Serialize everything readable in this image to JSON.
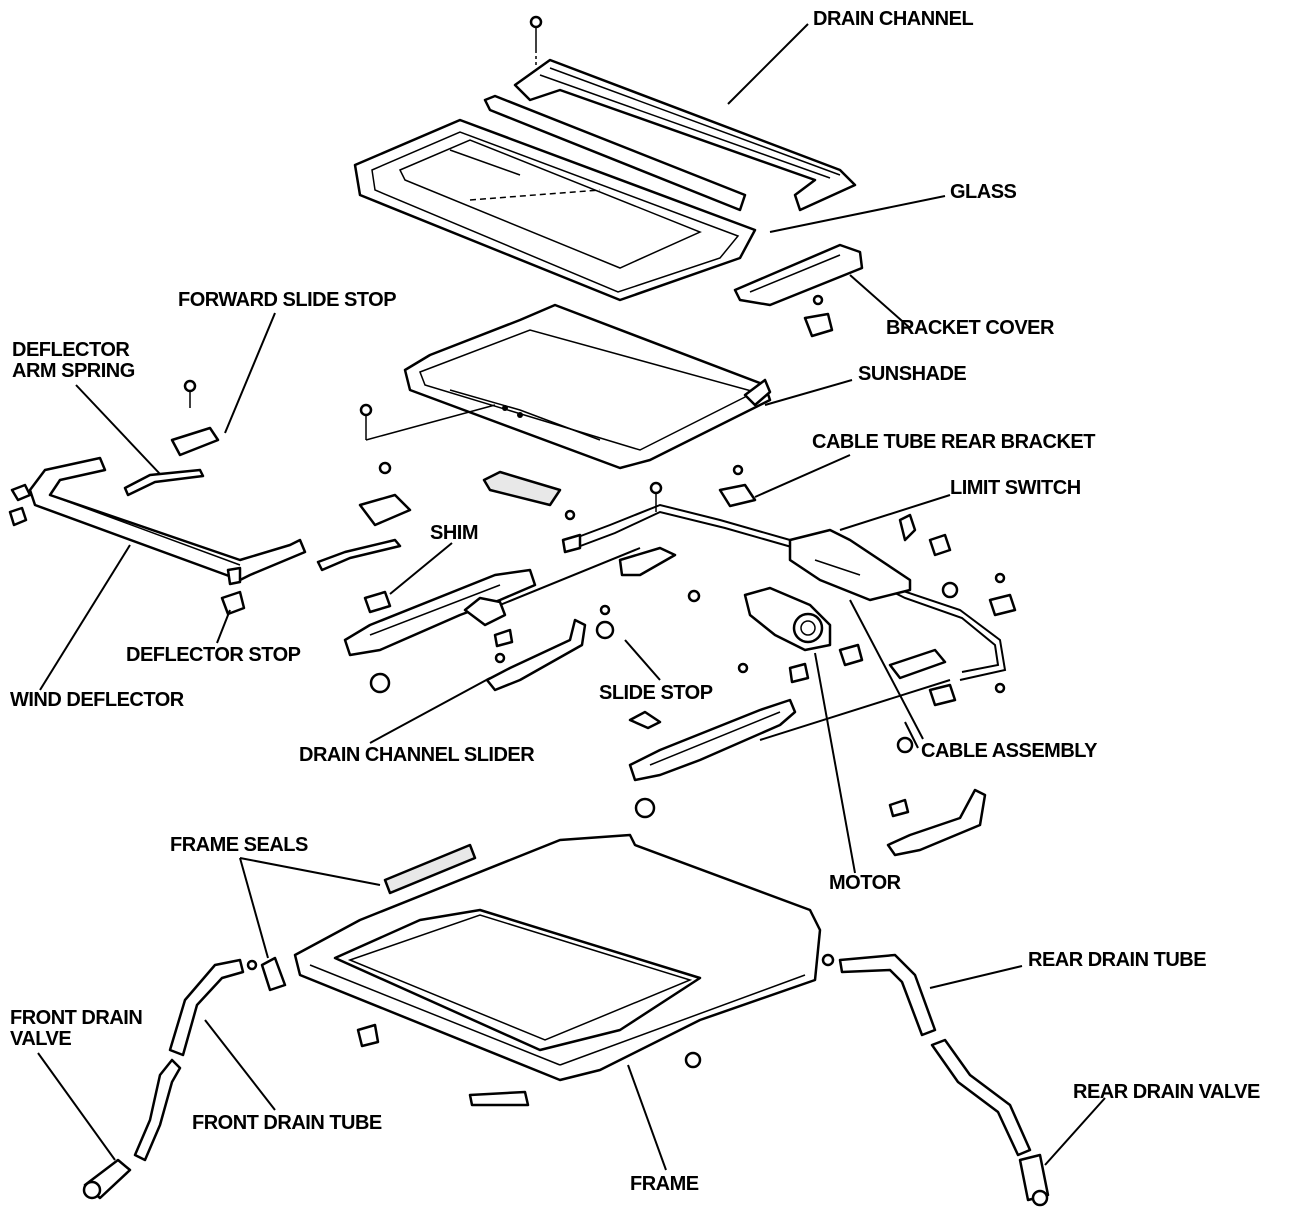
{
  "labels": {
    "drain_channel": "DRAIN CHANNEL",
    "glass": "GLASS",
    "forward_slide_stop": "FORWARD SLIDE STOP",
    "bracket_cover": "BRACKET COVER",
    "deflector_arm_spring_1": "DEFLECTOR",
    "deflector_arm_spring_2": "ARM SPRING",
    "sunshade": "SUNSHADE",
    "cable_tube_rear_bracket": "CABLE TUBE REAR BRACKET",
    "limit_switch": "LIMIT SWITCH",
    "shim": "SHIM",
    "deflector_stop": "DEFLECTOR STOP",
    "slide_stop": "SLIDE STOP",
    "wind_deflector": "WIND DEFLECTOR",
    "drain_channel_slider": "DRAIN CHANNEL SLIDER",
    "cable_assembly": "CABLE ASSEMBLY",
    "frame_seals": "FRAME SEALS",
    "motor": "MOTOR",
    "rear_drain_tube": "REAR DRAIN TUBE",
    "front_drain_valve_1": "FRONT DRAIN",
    "front_drain_valve_2": "VALVE",
    "rear_drain_valve": "REAR DRAIN VALVE",
    "front_drain_tube": "FRONT DRAIN TUBE",
    "frame": "FRAME"
  }
}
